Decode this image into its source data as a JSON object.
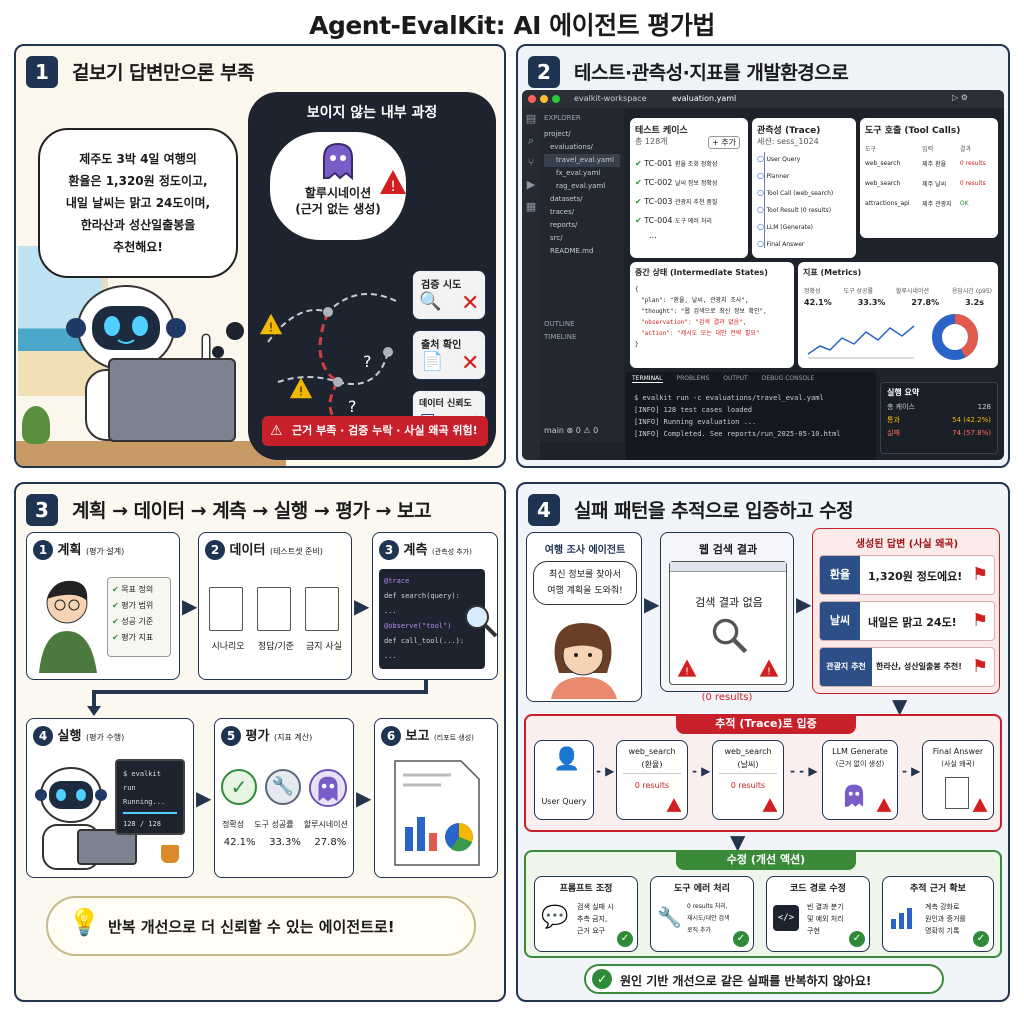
{
  "title": "Agent-EvalKit: AI 에이전트 평가법",
  "panel1": {
    "num": "1",
    "heading": "겉보기 답변만으론 부족",
    "speech": [
      "제주도 3박 4일 여행의",
      "환율은 1,320원 정도이고,",
      "내일 날씨는 맑고 24도이며,",
      "한라산과 성산일출봉을",
      "추천해요!"
    ],
    "hidden_title": "보이지 않는 내부 과정",
    "ghost_label": [
      "할루시네이션",
      "(근거 없는 생성)"
    ],
    "checks": [
      "검증 시도",
      "출처 확인",
      "데이터 신뢰도"
    ],
    "warning": "근거 부족 · 검증 누락 · 사실 왜곡 위험!"
  },
  "panel2": {
    "num": "2",
    "heading": "테스트·관측성·지표를 개발환경으로",
    "window_title": "evalkit-workspace",
    "tab": "evaluation.yaml",
    "explorer_title": "EXPLORER",
    "tree": [
      "project/",
      "evaluations/",
      "travel_eval.yaml",
      "fx_eval.yaml",
      "rag_eval.yaml",
      "datasets/",
      "traces/",
      "reports/",
      "src/",
      "README.md"
    ],
    "outline": "OUTLINE",
    "timeline": "TIMELINE",
    "status": "main  ⊗ 0  ⚠ 0",
    "tests": {
      "title": "테스트 케이스",
      "count": "총 128개",
      "add": "+ 추가",
      "rows": [
        {
          "id": "TC-001",
          "name": "환율 조회 정확성"
        },
        {
          "id": "TC-002",
          "name": "날씨 정보 정확성"
        },
        {
          "id": "TC-003",
          "name": "관광지 추천 품질"
        },
        {
          "id": "TC-004",
          "name": "도구 에러 처리"
        }
      ],
      "more": "..."
    },
    "trace": {
      "title": "관측성 (Trace)",
      "session": "세션: sess_1024",
      "steps": [
        "User Query",
        "Planner",
        "Tool Call (web_search)",
        "Tool Result (0 results)",
        "LLM (Generate)",
        "Final Answer"
      ]
    },
    "tools": {
      "title": "도구 호출 (Tool Calls)",
      "headers": [
        "도구",
        "입력",
        "결과"
      ],
      "rows": [
        {
          "tool": "web_search",
          "input": "제주 환율",
          "result": "0 results"
        },
        {
          "tool": "web_search",
          "input": "제주 날씨",
          "result": "0 results"
        },
        {
          "tool": "attractions_api",
          "input": "제주 관광지",
          "result": "OK"
        }
      ]
    },
    "states": {
      "title": "중간 상태 (Intermediate States)",
      "lines": [
        "{",
        "\"plan\": \"환율, 날씨, 관광지 조사\",",
        "\"thought\": \"웹 검색으로 최신 정보 확인\",",
        "\"observation\": \"검색 결과 없음\",",
        "\"action\": \"제시도 또는 대안 전략 필요\"",
        "}"
      ]
    },
    "metrics": {
      "title": "지표 (Metrics)",
      "labels": [
        "정확성",
        "도구 성공률",
        "할루시네이션",
        "응답시간 (p95)"
      ],
      "values": [
        "42.1%",
        "33.3%",
        "27.8%",
        "3.2s"
      ]
    },
    "terminal": {
      "tabs": [
        "TERMINAL",
        "PROBLEMS",
        "OUTPUT",
        "DEBUG CONSOLE"
      ],
      "lines": [
        "$ evalkit run -c evaluations/travel_eval.yaml",
        "[INFO] 128 test cases loaded",
        "[INFO] Running evaluation ...",
        "[INFO] Completed. See reports/run_2025-05-10.html"
      ]
    },
    "summary": {
      "title": "실행 요약",
      "rows": [
        {
          "label": "총 케이스",
          "value": "128"
        },
        {
          "label": "통과",
          "value": "54 (42.2%)"
        },
        {
          "label": "실패",
          "value": "74 (57.8%)"
        }
      ]
    }
  },
  "panel3": {
    "num": "3",
    "heading": "계획 → 데이터 → 계측 → 실행 → 평가 → 보고",
    "steps": [
      {
        "n": "1",
        "title": "계획",
        "sub": "(평가 설계)"
      },
      {
        "n": "2",
        "title": "데이터",
        "sub": "(테스트셋 준비)"
      },
      {
        "n": "3",
        "title": "계측",
        "sub": "(관측성 추가)"
      },
      {
        "n": "4",
        "title": "실행",
        "sub": "(평가 수행)"
      },
      {
        "n": "5",
        "title": "평가",
        "sub": "(지표 계산)"
      },
      {
        "n": "6",
        "title": "보고",
        "sub": "(리포트 생성)"
      }
    ],
    "plan_items": [
      "목표 정의",
      "평가 범위",
      "성공 기준",
      "평가 지표"
    ],
    "data_items": [
      "시나리오",
      "정답/기준",
      "금지 사실"
    ],
    "code": [
      "@trace",
      "def search(query):",
      "  ...",
      "@observe(\"tool\")",
      "def call_tool(...):",
      "  ..."
    ],
    "run_screen": [
      "$ evalkit run",
      "Running...",
      "128 / 128"
    ],
    "metric_labels": [
      "정확성",
      "도구 성공률",
      "할루시네이션"
    ],
    "metric_values": [
      "42.1%",
      "33.3%",
      "27.8%"
    ],
    "footer": "반복 개선으로 더 신뢰할 수 있는 에이전트로!"
  },
  "panel4": {
    "num": "4",
    "heading": "실패 패턴을 추적으로 입증하고 수정",
    "agent_title": "여행 조사 에이전트",
    "agent_speech": [
      "최신 정보를 찾아서",
      "여행 계획을 도와줘!"
    ],
    "search_title": "웹 검색 결과",
    "search_empty": "검색 결과 없음",
    "zero": "(0 results)",
    "answer_title": "생성된 답변 (사실 왜곡)",
    "answers": [
      {
        "label": "환율",
        "text": "1,320원 정도에요!"
      },
      {
        "label": "날씨",
        "text": "내일은 맑고 24도!"
      },
      {
        "label": "관광지 추천",
        "text": "한라산, 성산일출봉 추천!"
      }
    ],
    "trace_title": "추적 (Trace)로 입증",
    "trace_nodes": [
      {
        "title": "User Query",
        "sub": "",
        "res": ""
      },
      {
        "title": "web_search",
        "sub": "(환율)",
        "res": "0 results"
      },
      {
        "title": "web_search",
        "sub": "(날씨)",
        "res": "0 results"
      },
      {
        "title": "LLM Generate",
        "sub": "(근거 없이 생성)",
        "res": ""
      },
      {
        "title": "Final Answer",
        "sub": "(사실 왜곡)",
        "res": ""
      }
    ],
    "fix_title": "수정 (개선 액션)",
    "fixes": [
      {
        "title": "프롬프트 조정",
        "desc": [
          "검색 실패 시",
          "추측 금지,",
          "근거 요구"
        ]
      },
      {
        "title": "도구 에러 처리",
        "desc": [
          "0 results 처리,",
          "재시도/대안 검색",
          "로직 추가"
        ]
      },
      {
        "title": "코드 경로 수정",
        "desc": [
          "빈 결과 분기",
          "및 예외 처리",
          "구현"
        ]
      },
      {
        "title": "추적 근거 확보",
        "desc": [
          "계측 강화로",
          "원인과 증거를",
          "명확히 기록"
        ]
      }
    ],
    "footer": "원인 기반 개선으로 같은 실패를 반복하지 않아요!"
  },
  "colors": {
    "navy": "#1f3352",
    "red": "#d21f1f",
    "green": "#2f8a3a",
    "purple": "#6b4fb3",
    "blue": "#2b64c8"
  },
  "icons": [
    "robot-icon",
    "ghost-icon",
    "warning-icon",
    "magnifier-icon",
    "document-icon",
    "shield-icon",
    "flag-icon",
    "wrench-icon",
    "code-icon",
    "chart-icon",
    "bulb-icon",
    "check-icon",
    "person-icon",
    "speech-icon",
    "laptop-icon"
  ]
}
